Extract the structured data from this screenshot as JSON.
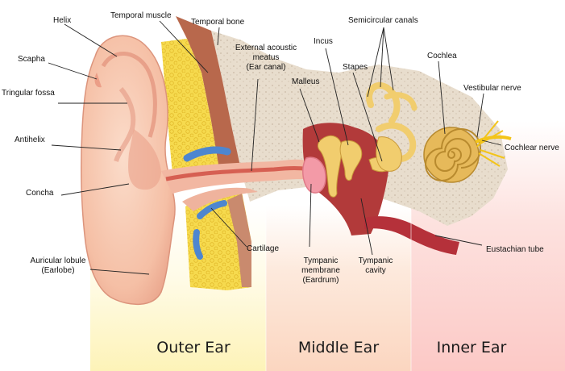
{
  "labels": {
    "helix": "Helix",
    "temporal_muscle": "Temporal muscle",
    "temporal_bone": "Temporal bone",
    "external_acoustic_meatus": [
      "External acoustic",
      "meatus",
      "(Ear canal)"
    ],
    "semicircular_canals": "Semicircular canals",
    "incus": "Incus",
    "stapes": "Stapes",
    "cochlea": "Cochlea",
    "scapha": "Scapha",
    "triangular_fossa": "Tringular fossa",
    "malleus": "Malleus",
    "vestibular_nerve": "Vestibular nerve",
    "antihelix": "Antihelix",
    "cochlear_nerve": "Cochlear nerve",
    "concha": "Concha",
    "cartilage": "Cartilage",
    "eustachian_tube": "Eustachian tube",
    "auricular_lobule": [
      "Auricular lobule",
      "(Earlobe)"
    ],
    "tympanic_membrane": [
      "Tympanic",
      "membrane",
      "(Eardrum)"
    ],
    "tympanic_cavity": [
      "Tympanic",
      "cavity"
    ]
  },
  "regions": {
    "outer": "Outer Ear",
    "middle": "Middle Ear",
    "inner": "Inner Ear"
  },
  "colors": {
    "outer_bg": "#fdf6c4",
    "middle_bg": "#fbd9c4",
    "inner_bg": "#fcd0cc",
    "skin": "#f6c4aa",
    "skin_dark": "#e59c86",
    "canal": "#d96b5e",
    "bone_tissue": "#eadfcf",
    "muscle": "#b7694e",
    "fat": "#f5d74a",
    "cartilage": "#5b8fd0",
    "cavity": "#b23c3c",
    "ossicle": "#f1cd6e",
    "nerve": "#f3c419",
    "tube": "#b5313a"
  }
}
